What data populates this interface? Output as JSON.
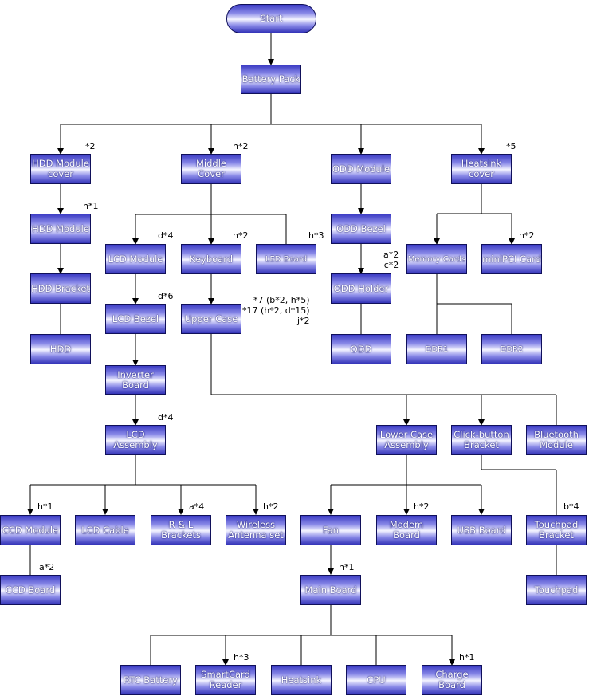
{
  "nodes": {
    "start": "Start",
    "battery_pack": "Battery Pack",
    "hdd_module_cover": "HDD Module cover",
    "middle_cover": "Middle Cover",
    "odd_module": "ODD Module",
    "heatsink_cover": "Heatsink cover",
    "hdd_module": "HDD Module",
    "hdd_bracket": "HDD Bracket",
    "hdd": "HDD",
    "lcd_module": "LCD Module",
    "keyboard": "Keyboard",
    "led_board": "LED Board",
    "lcd_bezel": "LCD Bezel",
    "upper_case": "Upper Case",
    "inverter_board": "Inverter Board",
    "lcd_assembly": "LCD Assembly",
    "odd_bezel": "ODD Bezel",
    "odd_holder": "ODD Holder",
    "odd": "ODD",
    "memory_cards": "Memory Cards",
    "minipci_card": "miniPCI Card",
    "ddr1": "DDR1",
    "ddr2": "DDR2",
    "lower_case_assembly": "Lower Case Assembly",
    "click_button_bracket": "Click-button Bracket",
    "bluetooth_module": "Bluetooth Module",
    "ccd_module": "CCD Module",
    "lcd_cable": "LCD Cable",
    "rl_brackets": "R & L Brackets",
    "wireless_antenna_set": "Wireless Antenna set",
    "ccd_board": "CCD Board",
    "fan": "Fan",
    "modem_board": "Modem Board",
    "usb_board": "USB Board",
    "touchpad_bracket": "Touchpad Bracket",
    "touchpad": "Touchpad",
    "main_board": "Main Board",
    "rtc_battery": "RTC Battery",
    "smartcard_reader": "SmartCard Reader",
    "heatsink": "Heatsink",
    "cpu": "CPU",
    "charge_board": "Charge Board"
  },
  "annotations": {
    "hdd_module_cover": "*2",
    "middle_cover": "h*2",
    "heatsink_cover": "*5",
    "hdd_module": "h*1",
    "lcd_module": "d*4",
    "keyboard": "h*2",
    "led_board": "h*3",
    "minipci_card": "h*2",
    "odd_holder": "a*2\nc*2",
    "lcd_bezel": "d*6",
    "upper_case": "*7 (b*2, h*5)\n*17 (h*2, d*15)\nj*2",
    "lcd_assembly": "d*4",
    "ccd_module": "h*1",
    "rl_brackets": "a*4",
    "wireless_antenna_set": "h*2",
    "modem_board": "h*2",
    "touchpad_bracket": "b*4",
    "ccd_board": "a*2",
    "main_board": "h*1",
    "smartcard_reader": "h*3",
    "charge_board": "h*1"
  }
}
